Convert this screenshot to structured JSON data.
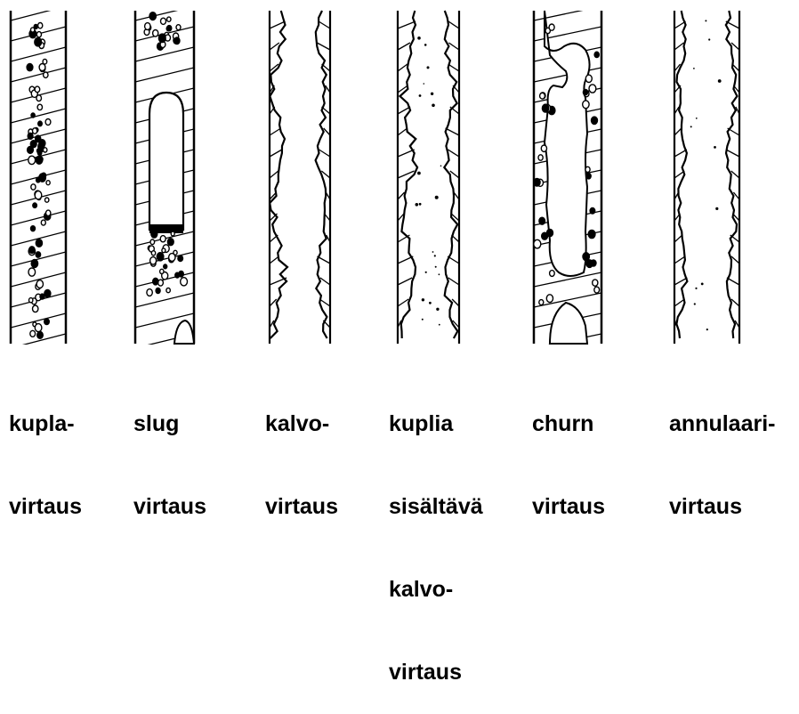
{
  "colors": {
    "ink": "#000000",
    "paper": "#ffffff"
  },
  "regimes": [
    {
      "id": "kupla",
      "lines": [
        "kupla-",
        "virtaus"
      ]
    },
    {
      "id": "slug",
      "lines": [
        "slug",
        "virtaus"
      ]
    },
    {
      "id": "kalvo",
      "lines": [
        "kalvo-",
        "virtaus"
      ]
    },
    {
      "id": "kuplia-kalvo",
      "lines": [
        "kuplia",
        "sisältävä",
        "kalvo-",
        "virtaus"
      ]
    },
    {
      "id": "churn",
      "lines": [
        "churn",
        "virtaus"
      ]
    },
    {
      "id": "annulaari",
      "lines": [
        "annulaari-",
        "virtaus"
      ]
    }
  ]
}
